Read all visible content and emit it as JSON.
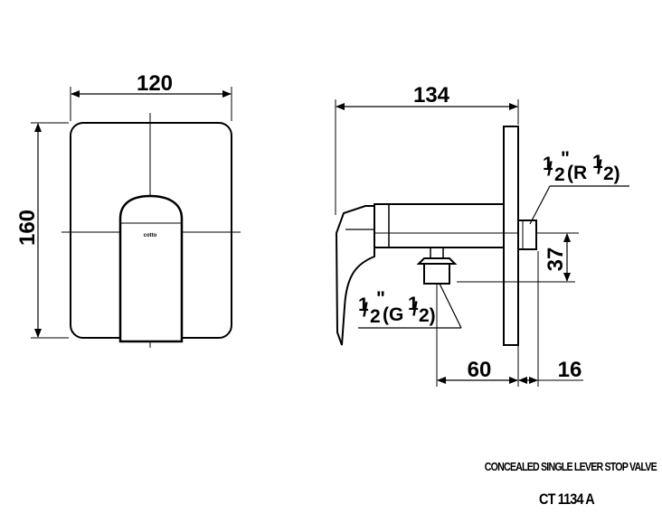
{
  "dimensions": {
    "plate_width": "120",
    "plate_height": "160",
    "overall_depth": "134",
    "outlet_offset": "37",
    "body_depth": "60",
    "wall_offset": "16"
  },
  "threads": {
    "outlet": {
      "lead": "1",
      "denominator": "2",
      "mark": "\"",
      "text": "(G",
      "frac_num": "1",
      "frac_den": "2)"
    },
    "inlet": {
      "lead": "1",
      "denominator": "2",
      "mark": "\"",
      "text": "(R",
      "frac_num": "1",
      "frac_den": "2)"
    }
  },
  "brand_mark": "cotto",
  "caption": {
    "product_name": "CONCEALED SINGLE LEVER STOP VALVE",
    "product_code": "CT 1134 A"
  }
}
